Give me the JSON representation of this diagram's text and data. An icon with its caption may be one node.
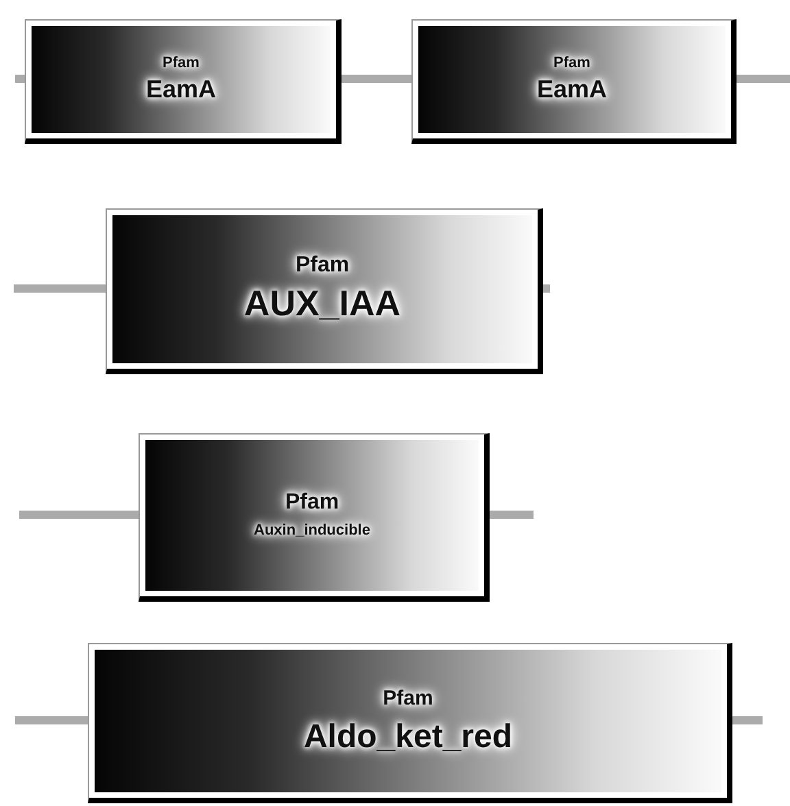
{
  "diagram": {
    "nodes": [
      {
        "text": [
          "Pfam",
          "EamA"
        ]
      },
      {
        "text": [
          "Pfam",
          "EamA"
        ]
      },
      {
        "text": [
          "Pfam",
          "AUX_IAA"
        ]
      },
      {
        "text": [
          "Pfam",
          "Auxin_inducible"
        ]
      },
      {
        "text": [
          "Pfam",
          "Aldo_ket_red"
        ]
      }
    ],
    "edges": [
      {
        "from": null,
        "to": 0,
        "arrow": "none"
      },
      {
        "from": 0,
        "to": 1,
        "arrow": "none"
      },
      {
        "from": 1,
        "to": null,
        "arrow": "none"
      },
      {
        "from": null,
        "to": 2,
        "arrow": "none"
      },
      {
        "from": 2,
        "to": null,
        "arrow": "none"
      },
      {
        "from": null,
        "to": 3,
        "arrow": "none"
      },
      {
        "from": 3,
        "to": null,
        "arrow": "none"
      },
      {
        "from": null,
        "to": 4,
        "arrow": "none"
      },
      {
        "from": 4,
        "to": null,
        "arrow": "none"
      }
    ]
  }
}
